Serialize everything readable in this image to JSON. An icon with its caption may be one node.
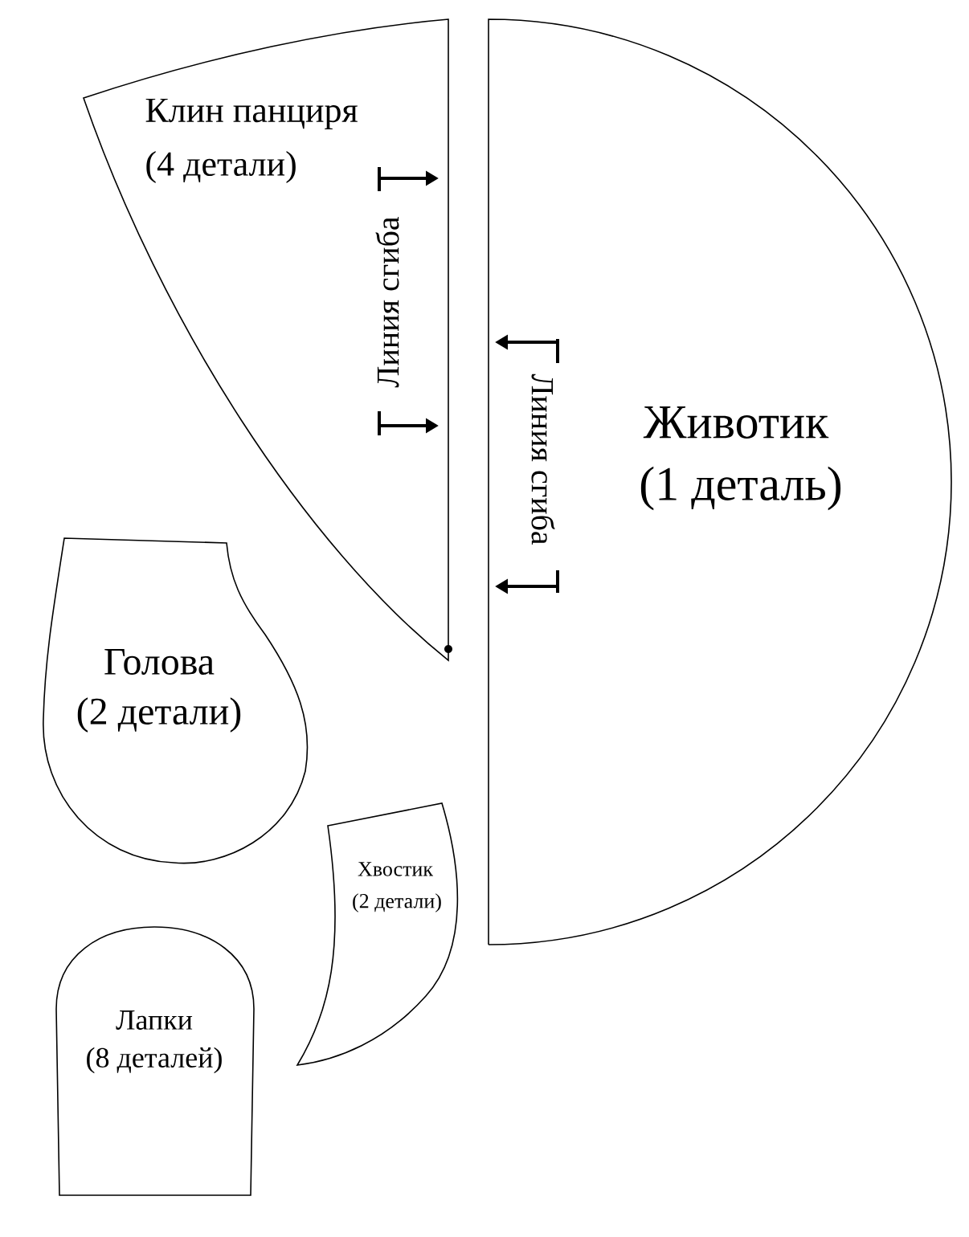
{
  "diagram": {
    "nodes": [
      {
        "text": [
          "Клин панциря",
          "(4 детали)"
        ]
      },
      {
        "text": [
          "Животик",
          "(1 деталь)"
        ]
      },
      {
        "text": [
          "Голова",
          "(2 детали)"
        ]
      },
      {
        "text": [
          "Хвостик",
          "(2 детали)"
        ]
      },
      {
        "text": [
          "Лапки",
          "(8 деталей)"
        ]
      }
    ],
    "edges": [],
    "labels": [
      "Линия сгиба",
      "Линия сгиба"
    ]
  }
}
